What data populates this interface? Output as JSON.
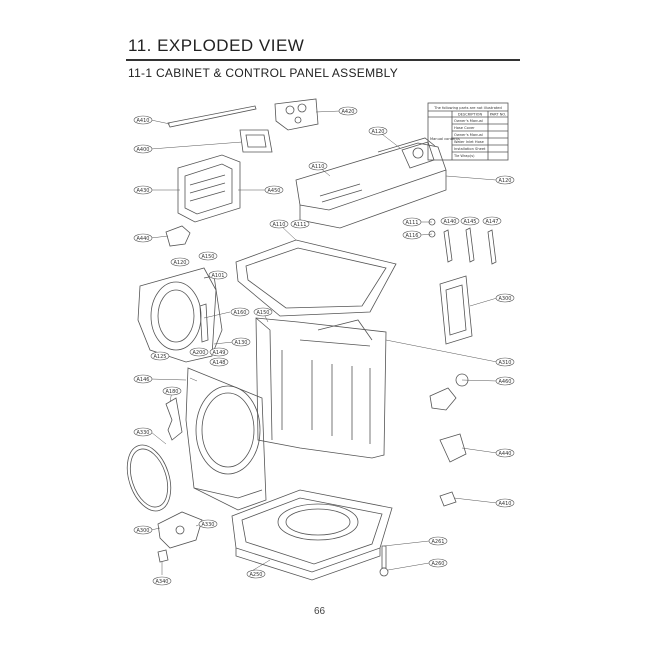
{
  "header": {
    "title": "11. EXPLODED VIEW",
    "subtitle": "11-1 CABINET & CONTROL PANEL ASSEMBLY"
  },
  "page_number": "66",
  "legend": {
    "heading": "The following parts are not illustrated",
    "col_description": "DESCRIPTION",
    "col_part": "PART NO.",
    "row_group_label": "Manual contents",
    "rows": [
      "Owner's Manual",
      "Hose Cover",
      "Owner's Manual",
      "Water Inlet Hose",
      "Installation Sheet",
      "Tie Wrap(s)"
    ]
  },
  "callouts": {
    "c1": "A410",
    "c2": "A420",
    "c3": "A400",
    "c4": "A430",
    "c5": "A450",
    "c6": "A440",
    "c7": "A120",
    "c8": "A110",
    "c9": "A120",
    "c10": "A110",
    "c11": "A111",
    "c12": "A111",
    "c13": "A116",
    "c14": "A140",
    "c15": "A145",
    "c16": "A147",
    "c17": "A120",
    "c18": "A150",
    "c19": "A101",
    "c20": "A150",
    "c21": "A160",
    "c22": "A125",
    "c23": "A200",
    "c24": "A130",
    "c25": "A149",
    "c26": "A148",
    "c27": "A146",
    "c28": "A180",
    "c29": "A300",
    "c30": "A310",
    "c31": "A330",
    "c32": "A300",
    "c33": "A460",
    "c34": "A440",
    "c35": "A410",
    "c36": "A330",
    "c37": "A340",
    "c38": "A250",
    "c39": "A261",
    "c40": "A260"
  }
}
